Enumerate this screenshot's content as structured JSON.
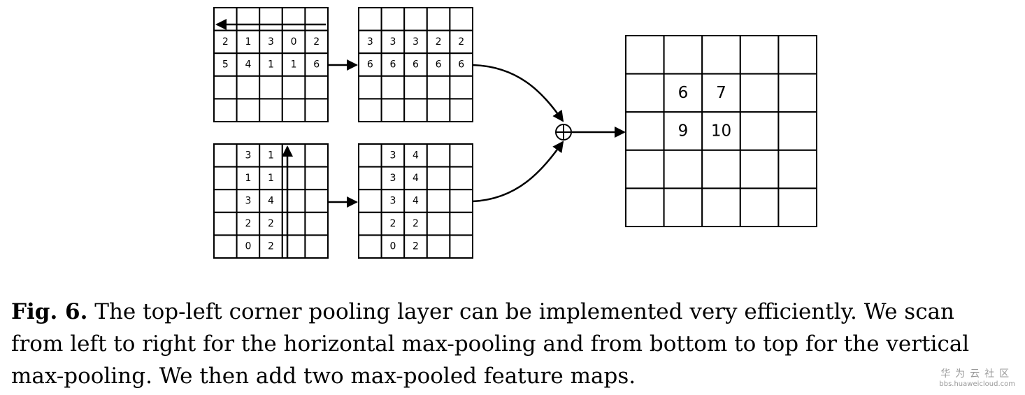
{
  "figure": {
    "grid_size": 5,
    "horizontal_input": [
      [
        "",
        "",
        "",
        "",
        ""
      ],
      [
        "2",
        "1",
        "3",
        "0",
        "2"
      ],
      [
        "5",
        "4",
        "1",
        "1",
        "6"
      ],
      [
        "",
        "",
        "",
        "",
        ""
      ],
      [
        "",
        "",
        "",
        "",
        ""
      ]
    ],
    "horizontal_output": [
      [
        "",
        "",
        "",
        "",
        ""
      ],
      [
        "3",
        "3",
        "3",
        "2",
        "2"
      ],
      [
        "6",
        "6",
        "6",
        "6",
        "6"
      ],
      [
        "",
        "",
        "",
        "",
        ""
      ],
      [
        "",
        "",
        "",
        "",
        ""
      ]
    ],
    "vertical_input": [
      [
        "",
        "3",
        "1",
        "",
        ""
      ],
      [
        "",
        "1",
        "1",
        "",
        ""
      ],
      [
        "",
        "3",
        "4",
        "",
        ""
      ],
      [
        "",
        "2",
        "2",
        "",
        ""
      ],
      [
        "",
        "0",
        "2",
        "",
        ""
      ]
    ],
    "vertical_output": [
      [
        "",
        "3",
        "4",
        "",
        ""
      ],
      [
        "",
        "3",
        "4",
        "",
        ""
      ],
      [
        "",
        "3",
        "4",
        "",
        ""
      ],
      [
        "",
        "2",
        "2",
        "",
        ""
      ],
      [
        "",
        "0",
        "2",
        "",
        ""
      ]
    ],
    "result": [
      [
        "",
        "",
        "",
        "",
        ""
      ],
      [
        "",
        "6",
        "7",
        "",
        ""
      ],
      [
        "",
        "9",
        "10",
        "",
        ""
      ],
      [
        "",
        "",
        "",
        "",
        ""
      ],
      [
        "",
        "",
        "",
        "",
        ""
      ]
    ]
  },
  "caption": {
    "label": "Fig. 6.",
    "line1": " The top-left corner pooling layer can be implemented very efficiently. We scan",
    "line2": "from left to right for the horizontal max-pooling and from bottom to top for the vertical",
    "line3": "max-pooling. We then add two max-pooled feature maps."
  },
  "watermark": {
    "text": "华为云社区",
    "url": "bbs.huaweicloud.com"
  }
}
